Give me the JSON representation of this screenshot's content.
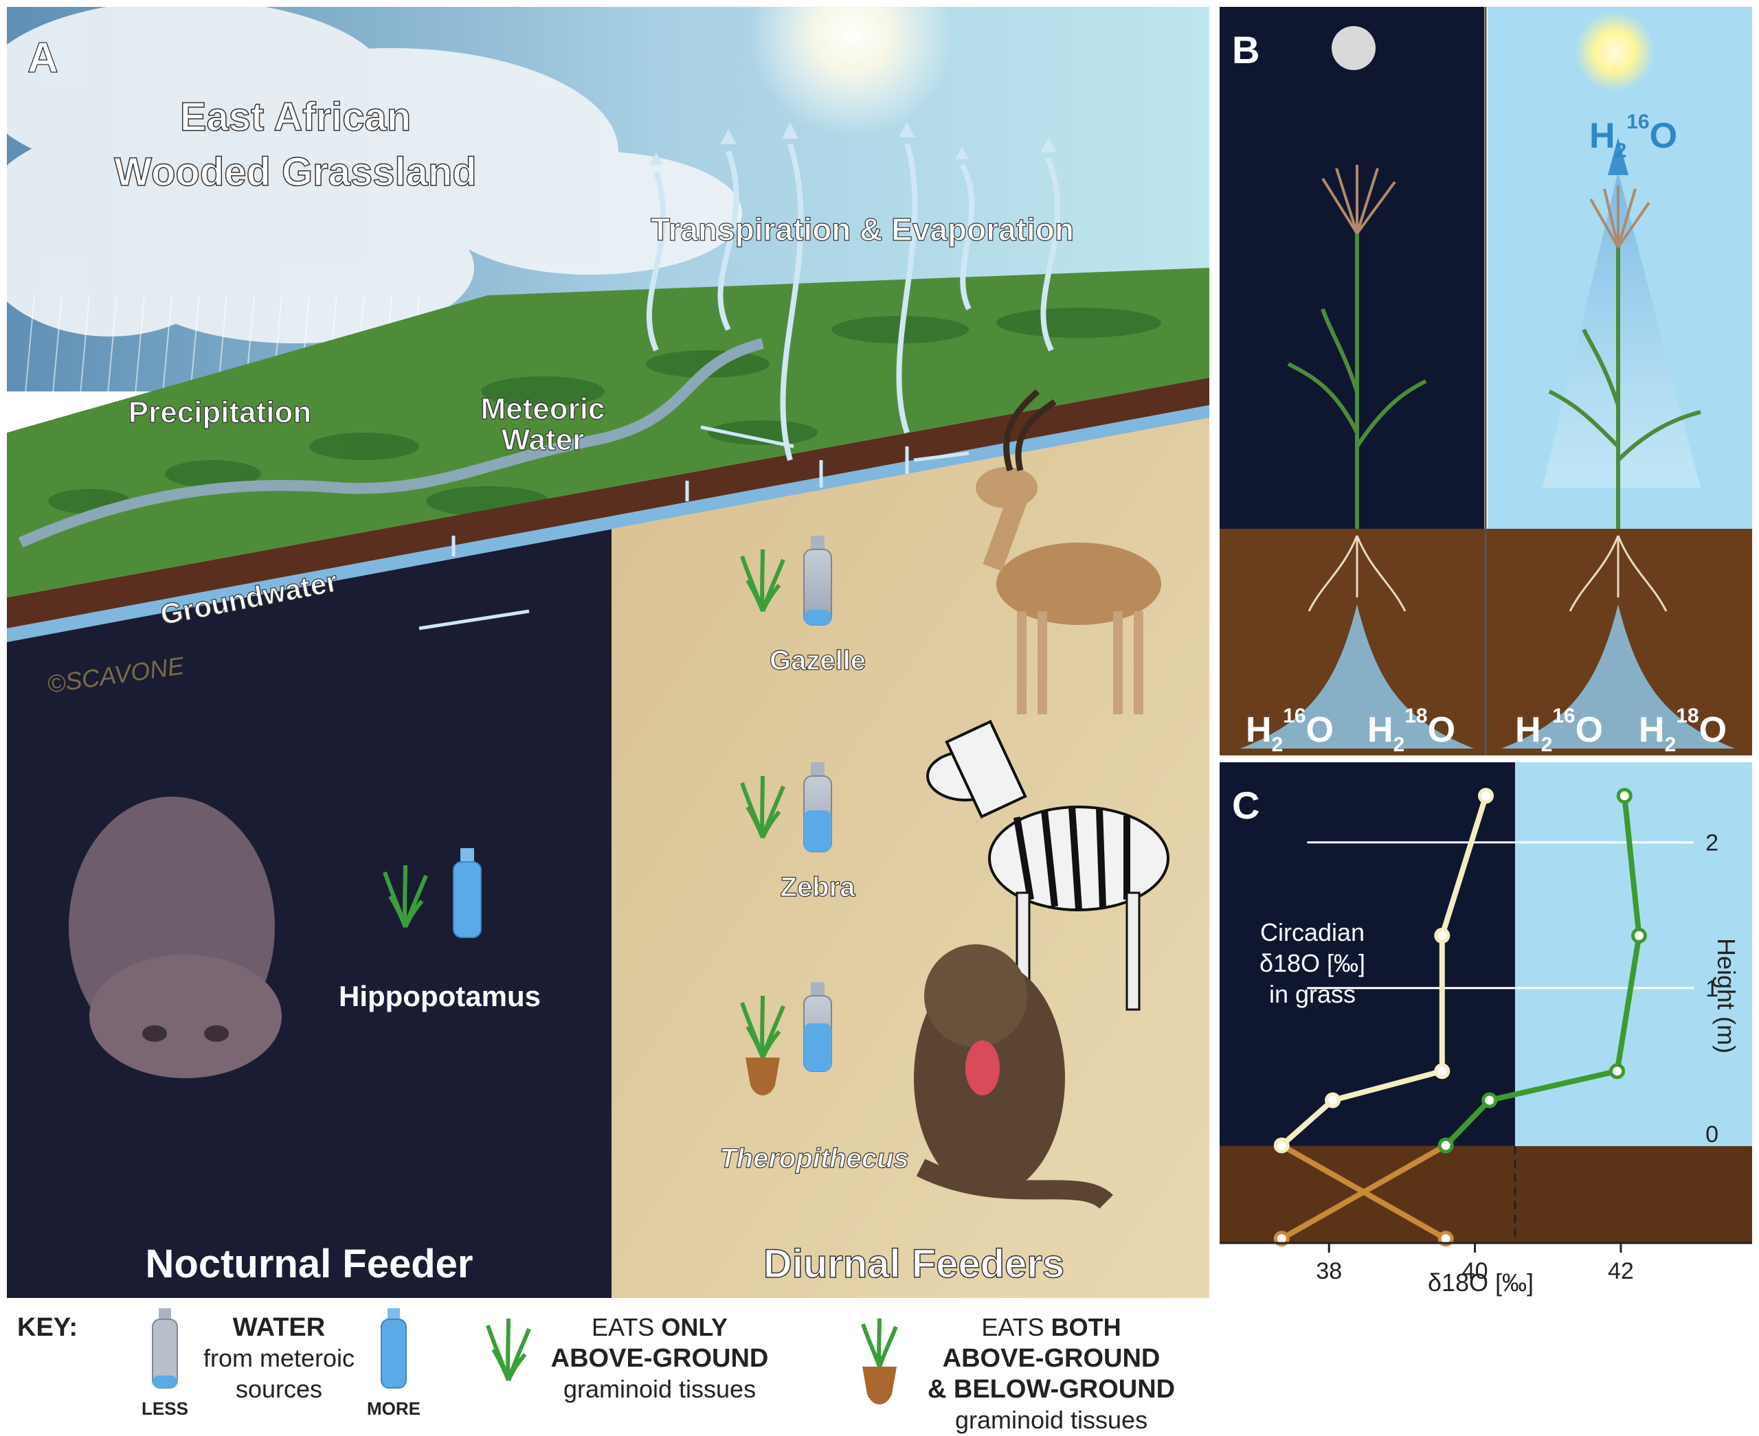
{
  "panel_a": {
    "letter": "A",
    "title_line1": "East African",
    "title_line2": "Wooded Grassland",
    "process_transpiration": "Transpiration & Evaporation",
    "process_precipitation": "Precipitation",
    "meteoric_line1": "Meteoric",
    "meteoric_line2": "Water",
    "groundwater": "Groundwater",
    "signature": "©SCAVONE",
    "nocturnal_label": "Nocturnal Feeder",
    "diurnal_label": "Diurnal Feeders",
    "animals": [
      {
        "name": "Gazelle",
        "water_level": 0.2,
        "roots": false
      },
      {
        "name": "Zebra",
        "water_level": 0.55,
        "roots": false
      },
      {
        "name": "Theropithecus",
        "water_level": 0.65,
        "roots": true
      },
      {
        "name": "Hippopotamus",
        "water_level": 1.0,
        "roots": false
      }
    ]
  },
  "panel_b": {
    "letter": "B",
    "top_formula": {
      "base": "H",
      "sub": "2",
      "sup": "16",
      "tail": "O"
    },
    "iso16": {
      "base": "H",
      "sub": "2",
      "sup": "16",
      "tail": "O"
    },
    "iso18": {
      "base": "H",
      "sub": "2",
      "sup": "18",
      "tail": "O"
    },
    "colors": {
      "night": "#0f1630",
      "day": "#a9dcf2",
      "soil": "#6a3d1c"
    }
  },
  "panel_c": {
    "letter": "C",
    "annotation_line1": "Circadian",
    "annotation_line2": "δ18O [‰]",
    "annotation_line3": "in grass",
    "xlabel": "δ18O [‰]",
    "ylabel": "Height (m)"
  },
  "chart_data": {
    "type": "line",
    "xlabel": "δ18O [‰]",
    "ylabel": "Height (m)",
    "xlim": [
      36.5,
      43.8
    ],
    "ylim": [
      -0.75,
      2.55
    ],
    "x_ticks": [
      38,
      40,
      42
    ],
    "y_ticks": [
      0,
      1,
      2
    ],
    "night_day_boundary_x": 40.55,
    "series": [
      {
        "color": "#f4edc2",
        "below_ground_color": "#c9893a",
        "points": [
          [
            39.6,
            -0.72
          ],
          [
            37.35,
            -0.08
          ],
          [
            38.05,
            0.23
          ],
          [
            39.55,
            0.43
          ],
          [
            39.55,
            1.36
          ],
          [
            40.15,
            2.32
          ]
        ]
      },
      {
        "color": "#3e9a2f",
        "below_ground_color": "#c9893a",
        "points": [
          [
            37.35,
            -0.72
          ],
          [
            39.6,
            -0.08
          ],
          [
            40.2,
            0.23
          ],
          [
            41.95,
            0.43
          ],
          [
            42.25,
            1.36
          ],
          [
            42.05,
            2.32
          ]
        ]
      }
    ]
  },
  "key": {
    "label": "KEY:",
    "water_title": "WATER",
    "water_line2": "from meteroic",
    "water_line3": "sources",
    "less": "LESS",
    "more": "MORE",
    "only_line1_a": "EATS ",
    "only_line1_b": "ONLY",
    "only_line2": "ABOVE-GROUND",
    "only_line3": "graminoid tissues",
    "both_line1_a": "EATS ",
    "both_line1_b": "BOTH",
    "both_line2": "ABOVE-GROUND",
    "both_line3": "& BELOW-GROUND",
    "both_line4": "graminoid tissues"
  }
}
